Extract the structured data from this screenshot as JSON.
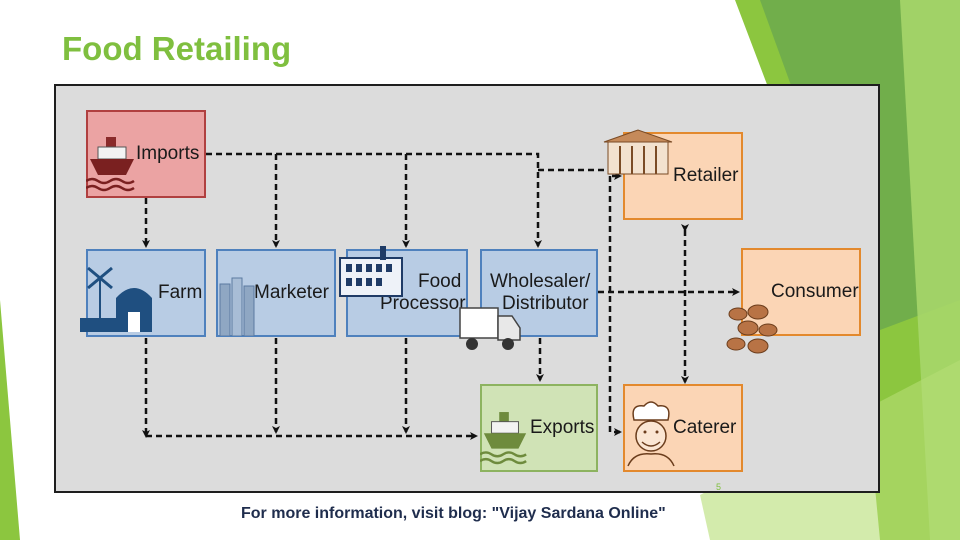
{
  "slide": {
    "title": "Food Retailing",
    "footer": "For more information, visit blog: \"Vijay Sardana Online\"",
    "page_number": "5"
  },
  "diagram": {
    "nodes": {
      "imports": "Imports",
      "farm": "Farm",
      "marketer": "Marketer",
      "food_processor": [
        "Food",
        "Processor"
      ],
      "wholesaler": [
        "Wholesaler/",
        "Distributor"
      ],
      "retailer": "Retailer",
      "consumer": "Consumer",
      "exports": "Exports",
      "caterer": "Caterer"
    },
    "edges": [
      {
        "from": "Imports",
        "to": "Farm"
      },
      {
        "from": "Imports",
        "to": "Marketer"
      },
      {
        "from": "Imports",
        "to": "Food Processor"
      },
      {
        "from": "Imports",
        "to": "Wholesaler/Distributor"
      },
      {
        "from": "Imports",
        "to": "Retailer"
      },
      {
        "from": "Farm",
        "to": "Exports"
      },
      {
        "from": "Marketer",
        "to": "Exports"
      },
      {
        "from": "Food Processor",
        "to": "Exports"
      },
      {
        "from": "Wholesaler/Distributor",
        "to": "Exports"
      },
      {
        "from": "Wholesaler/Distributor",
        "to": "Consumer"
      },
      {
        "from": "Retailer",
        "to": "Caterer",
        "bidirectional": true
      }
    ]
  },
  "colors": {
    "title": "#7fbf3f",
    "blue_box": "#b8cce4",
    "red_box": "#eba3a3",
    "orange_box": "#fbd5b5",
    "green_box": "#d0e3b6"
  },
  "icons": [
    "ship-icon",
    "windmill-barn-icon",
    "silo-icon",
    "factory-icon",
    "truck-icon",
    "store-icon",
    "mushrooms-icon",
    "chef-icon"
  ]
}
